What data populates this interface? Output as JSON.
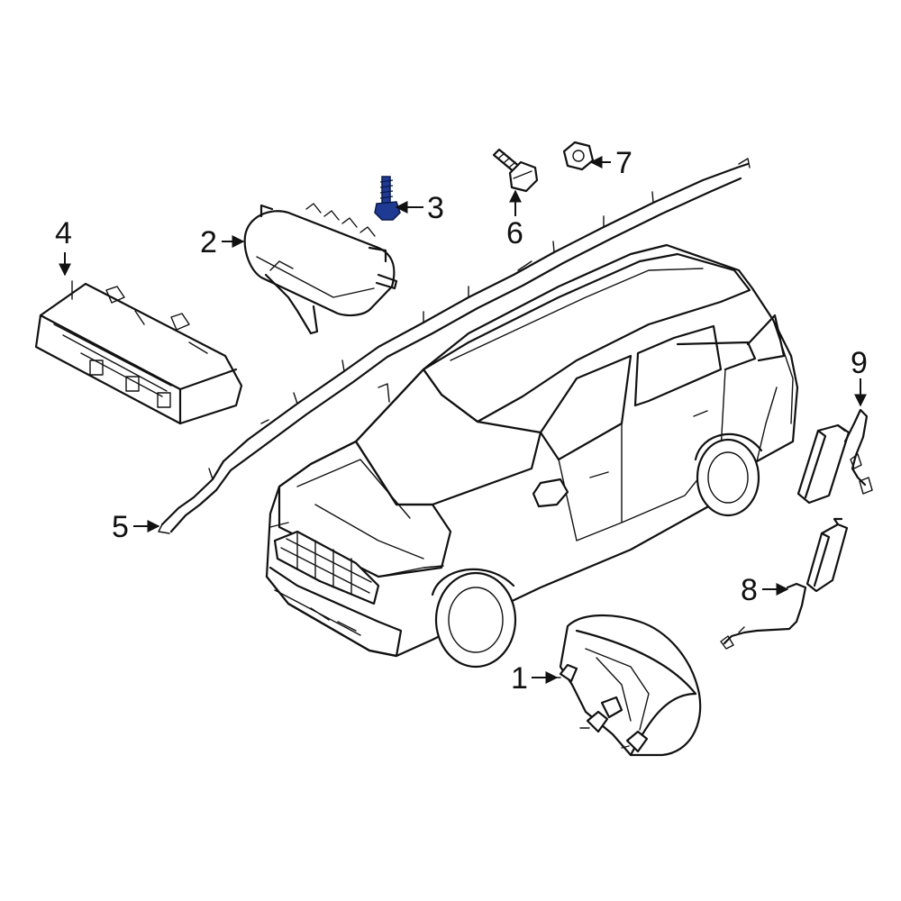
{
  "callouts": {
    "c1": "1",
    "c2": "2",
    "c3": "3",
    "c4": "4",
    "c5": "5",
    "c6": "6",
    "c7": "7",
    "c8": "8",
    "c9": "9"
  },
  "colors": {
    "line": "#111111",
    "highlight": "#1f3a93",
    "background": "#ffffff"
  }
}
